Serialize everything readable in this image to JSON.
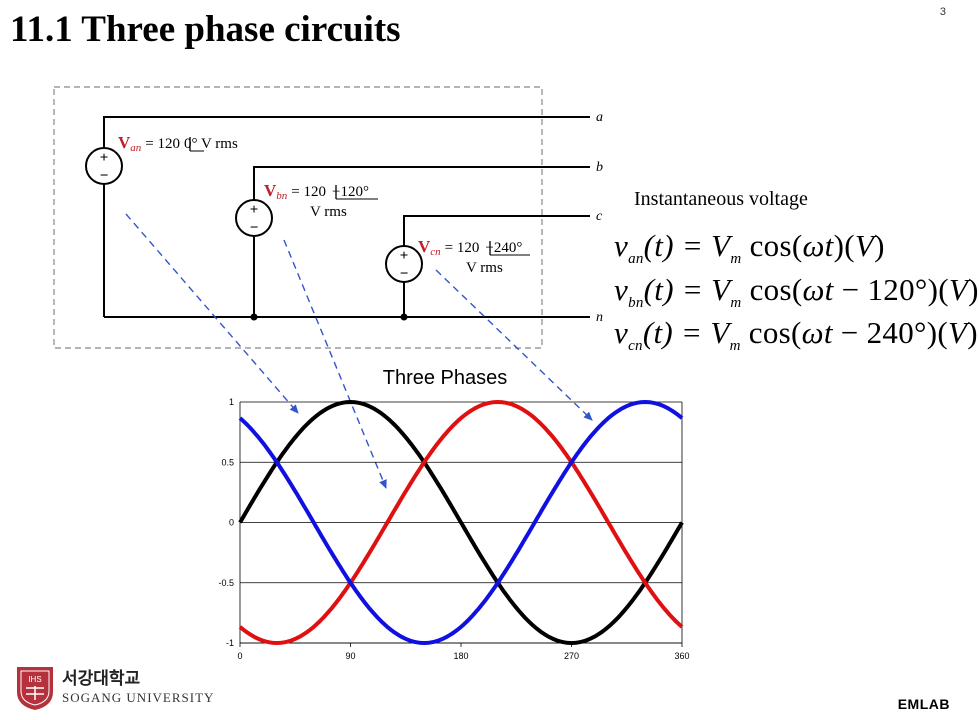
{
  "slide": {
    "title": "11.1 Three phase circuits",
    "page_number": "3",
    "footer_brand": "EMLAB",
    "logo": {
      "korean": "서강대학교",
      "english": "SOGANG UNIVERSITY",
      "seal_text": "IHS",
      "color": "#b5323c"
    }
  },
  "circuit": {
    "node_labels": [
      "a",
      "b",
      "c",
      "n"
    ],
    "sources": [
      {
        "symbol": "V",
        "subscript": "an",
        "value": "= 120",
        "angle": "0° V rms"
      },
      {
        "symbol": "V",
        "subscript": "bn",
        "value": "= 120",
        "angle": "−120°",
        "unit": "V rms"
      },
      {
        "symbol": "V",
        "subscript": "cn",
        "value": "= 120",
        "angle": "−240°",
        "unit": "V rms"
      }
    ],
    "plus": "+",
    "minus": "−",
    "colors": {
      "symbol": "#c0202a",
      "wire": "#000000",
      "dash_box": "#888888",
      "arrows": "#3355cc"
    }
  },
  "equations": {
    "heading": "Instantaneous voltage",
    "lines": [
      "v_an(t) = V_m cos(ωt)(V)",
      "v_bn(t) = V_m cos(ωt − 120°)(V)",
      "v_cn(t) = V_m cos(ωt − 240°)(V)"
    ]
  },
  "chart_data": {
    "type": "line",
    "title": "Three Phases",
    "xlabel": "",
    "ylabel": "",
    "xlim": [
      0,
      360
    ],
    "ylim": [
      -1,
      1
    ],
    "xticks": [
      0,
      90,
      180,
      270,
      360
    ],
    "xtick_labels": [
      "0",
      "90",
      "180",
      "270",
      "360"
    ],
    "yticks": [
      1,
      0.5,
      0,
      -0.5,
      -1
    ],
    "ytick_labels": [
      "1",
      "0.5",
      "0",
      "-0.5",
      "-1"
    ],
    "grid": "horizontal",
    "series": [
      {
        "color": "#000000",
        "function": "sin(x)",
        "phase_deg": 0
      },
      {
        "color": "#e01010",
        "function": "sin(x - 120)",
        "phase_deg": -120
      },
      {
        "color": "#1010e0",
        "function": "sin(x + 120)",
        "phase_deg": 120
      }
    ]
  }
}
